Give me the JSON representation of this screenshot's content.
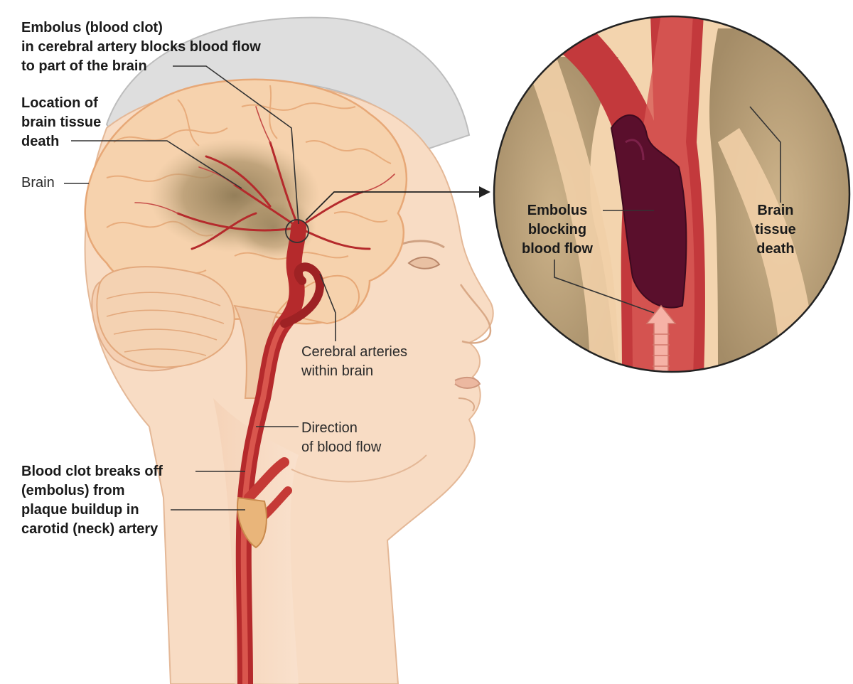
{
  "labels": {
    "embolus_cerebral": "Embolus (blood clot)\nin cerebral artery blocks blood flow\nto part of the brain",
    "tissue_location": "Location of\nbrain tissue\ndeath",
    "brain": "Brain",
    "cerebral_arteries": "Cerebral arteries\nwithin brain",
    "direction_flow": "Direction\nof blood flow",
    "clot_breaks_off": "Blood clot breaks off\n(embolus) from\nplaque buildup in\ncarotid (neck) artery",
    "inset_embolus": "Embolus\nblocking\nblood flow",
    "inset_tissue_death": "Brain\ntissue\ndeath"
  },
  "colors": {
    "skin": "#f8dcc4",
    "skin_shadow": "#eebd9c",
    "hair": "#d9d9d9",
    "brain": "#f6d2ad",
    "brain_outline": "#e7a877",
    "necrosis": "#a88f66",
    "artery": "#b52a2c",
    "artery_light": "#e06a5c",
    "clot": "#5a0f2c",
    "plaque": "#e9b57a",
    "line": "#333333"
  }
}
